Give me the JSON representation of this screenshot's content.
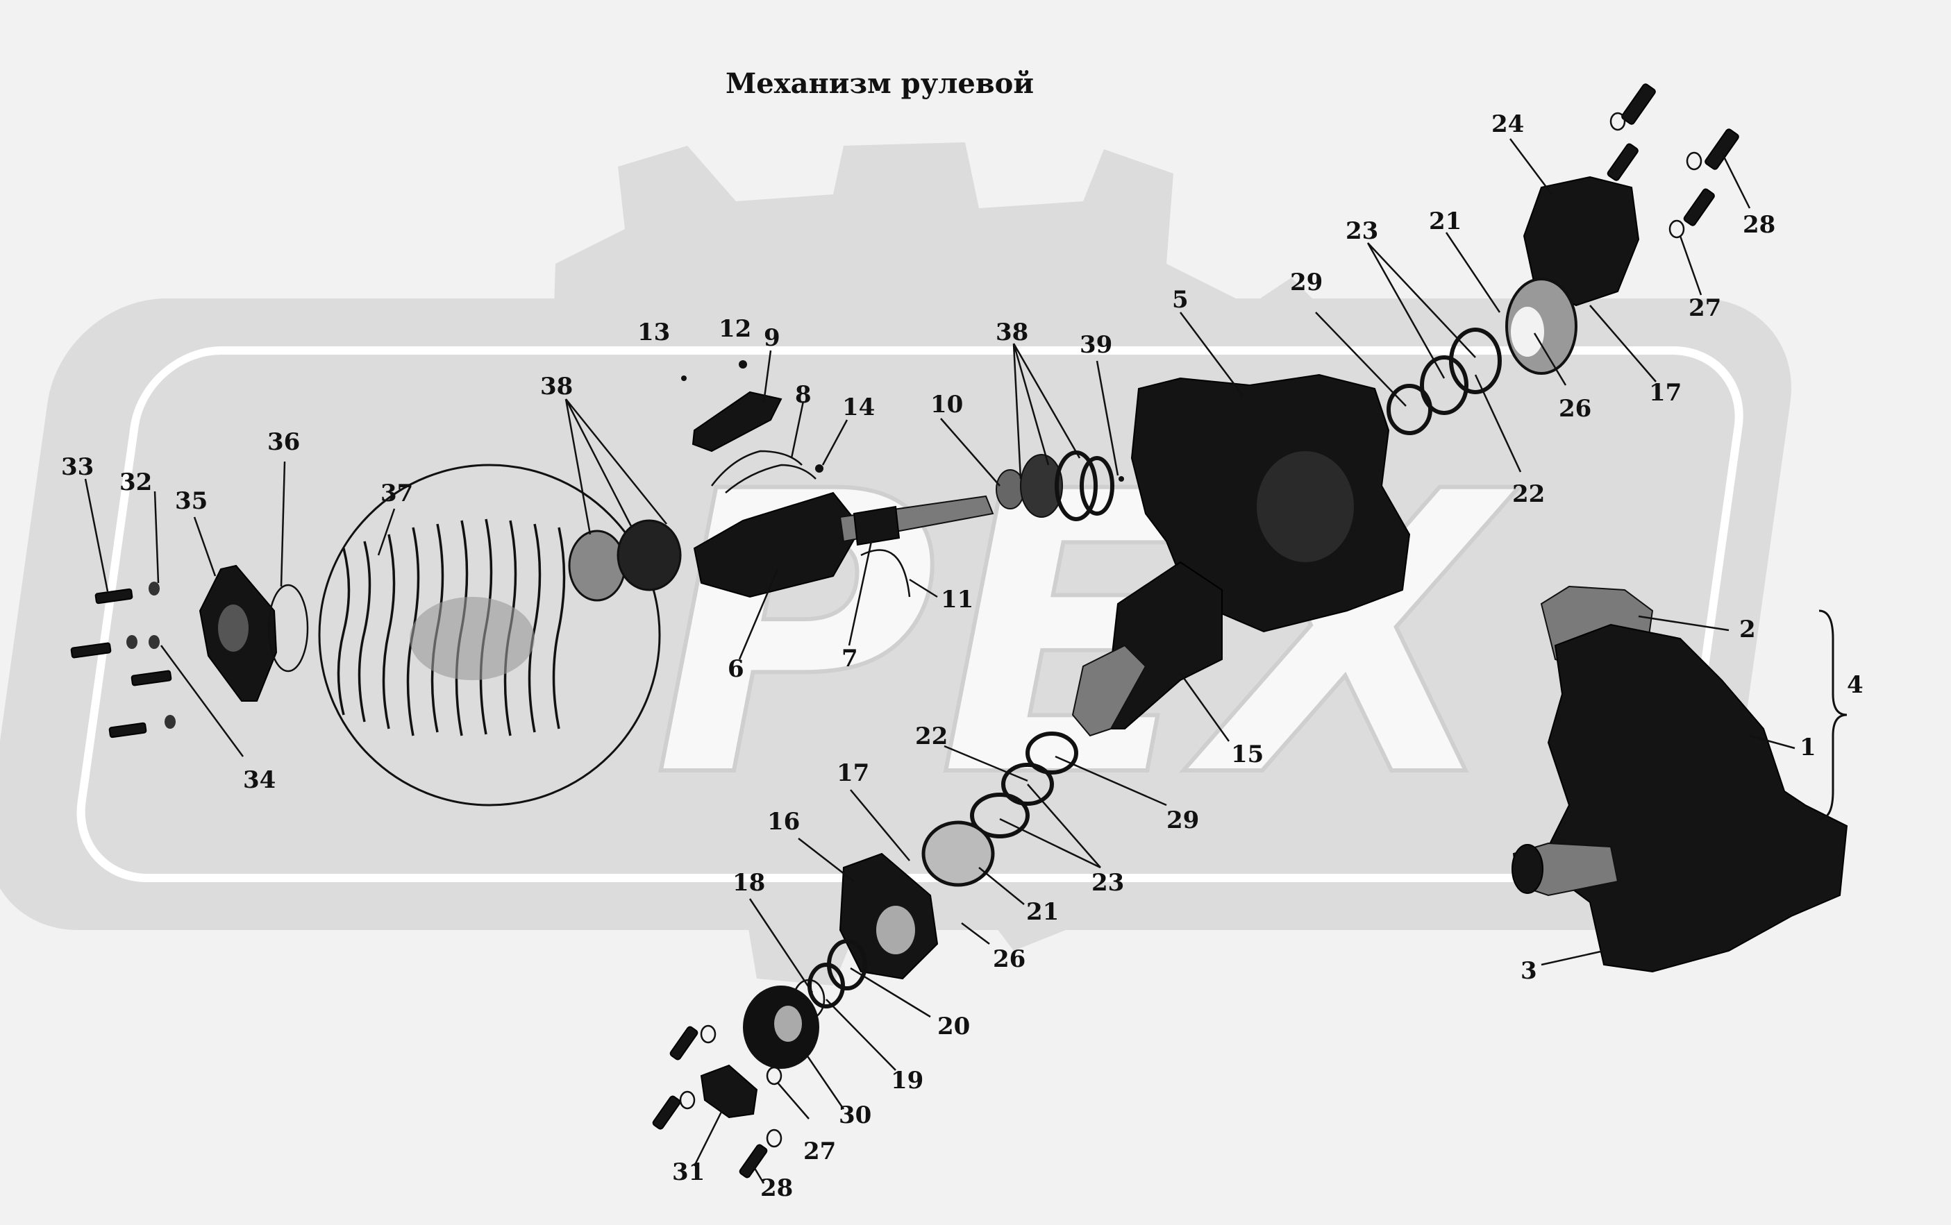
{
  "title": "Механизм рулевой",
  "watermark": {
    "text": "PEX",
    "color": "#dcdcdc"
  },
  "callouts": {
    "c1": "1",
    "c2": "2",
    "c3": "3",
    "c4": "4",
    "c5": "5",
    "c6": "6",
    "c7": "7",
    "c8": "8",
    "c9": "9",
    "c10": "10",
    "c11": "11",
    "c12": "12",
    "c13": "13",
    "c14": "14",
    "c15": "15",
    "c16": "16",
    "c17a": "17",
    "c17b": "17",
    "c18": "18",
    "c19": "19",
    "c20": "20",
    "c21a": "21",
    "c21b": "21",
    "c22a": "22",
    "c22b": "22",
    "c23a": "23",
    "c23b": "23",
    "c24": "24",
    "c26a": "26",
    "c26b": "26",
    "c27a": "27",
    "c27b": "27",
    "c28a": "28",
    "c28b": "28",
    "c29a": "29",
    "c29b": "29",
    "c30": "30",
    "c31": "31",
    "c32": "32",
    "c33": "33",
    "c34": "34",
    "c35": "35",
    "c36": "36",
    "c37": "37",
    "c38a": "38",
    "c38b": "38",
    "c39": "39"
  }
}
